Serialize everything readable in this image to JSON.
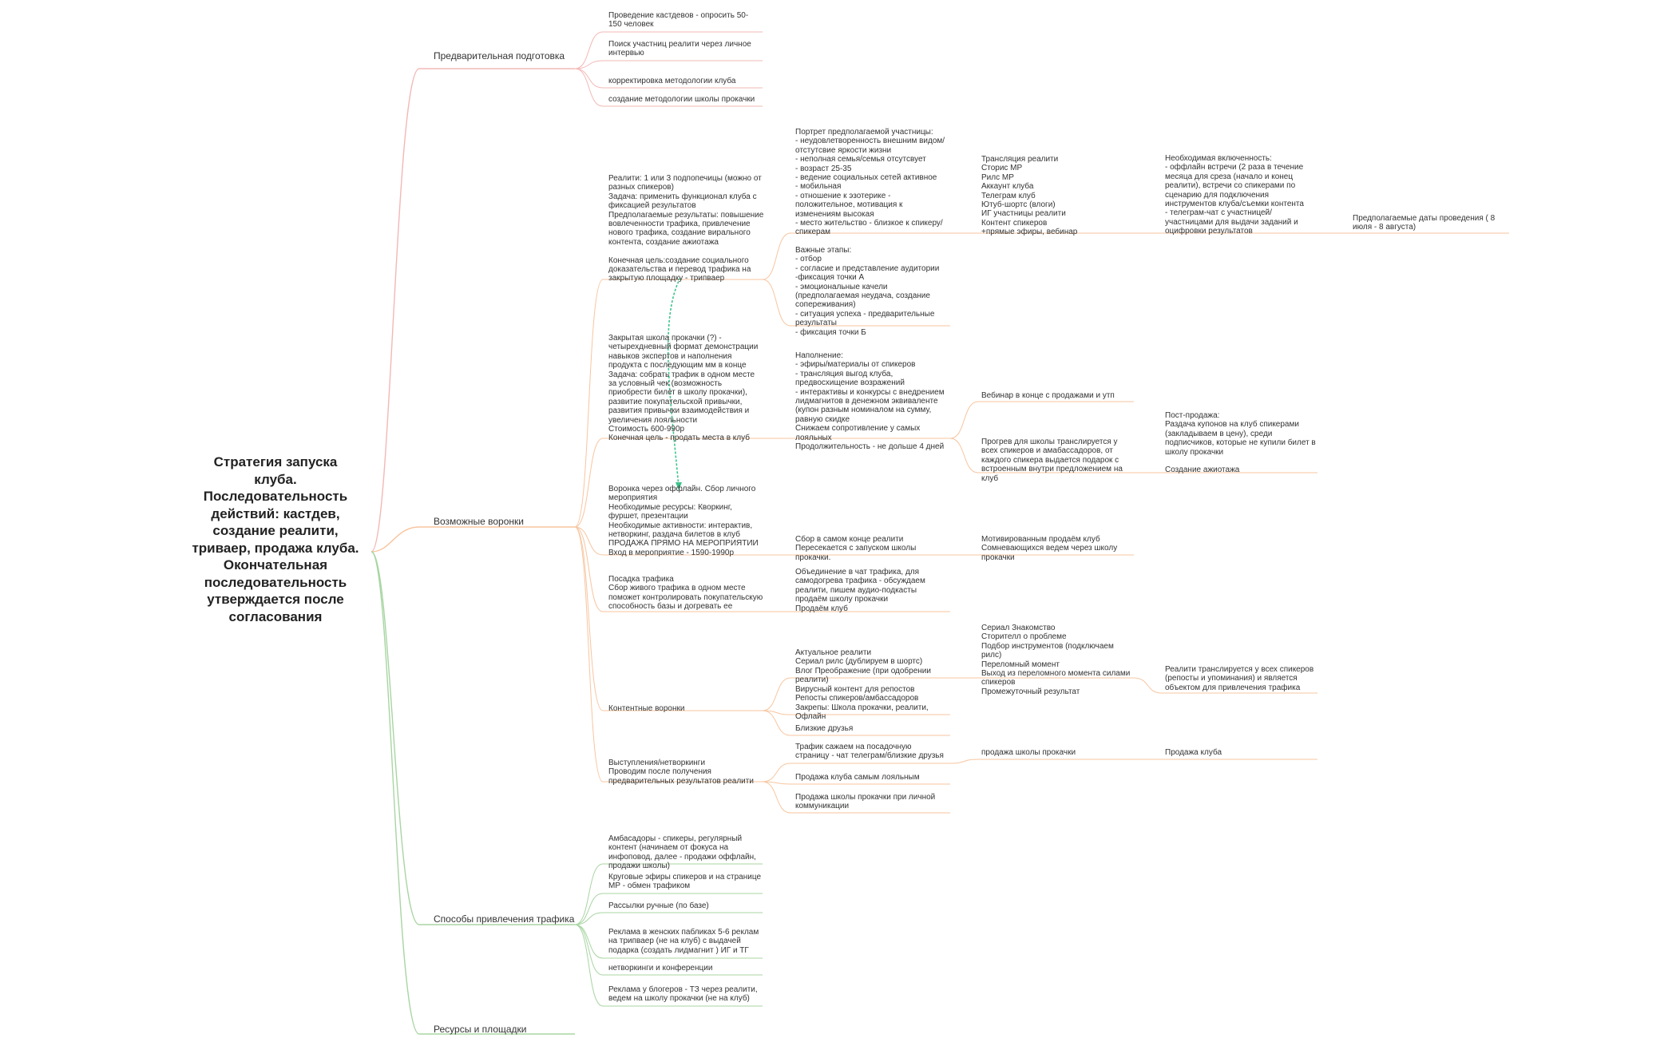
{
  "root": {
    "text": "Стратегия запуска клуба. Последовательность действий: кастдев, создание реалити, триваер, продажа клуба. Окончательная последовательность утверждается после согласования"
  },
  "colors": {
    "pink": "#f2b8b5",
    "orange": "#f7c59f",
    "green": "#a8d5a2",
    "connector": "#3cc48c"
  },
  "branches": [
    {
      "label": "Предварительная подготовка",
      "children": [
        {
          "text": "Проведение кастдевов - опросить 50-150 человек"
        },
        {
          "text": "Поиск участниц реалити через личное интервью"
        },
        {
          "text": "корректировка методологии клуба"
        },
        {
          "text": "создание методологии школы прокачки"
        }
      ]
    },
    {
      "label": "Возможные воронки",
      "children": [
        {
          "text": "Реалити: 1 или 3 подпопечицы (можно от разных спикеров)\nЗадача: применить функционал клуба с фиксацией результатов\n Предполагаемые результаты: повышение вовлеченности трафика, привлечение нового трафика, создание вирального контента, создание ажиотажа\n\nКонечная цель:создание социального доказательства и перевод трафика на закрытую площадку - трипваер"
        },
        {
          "text": "Закрытая школа прокачки (?) - четырехдневный формат демонстрации навыков экспертов и наполнения продукта с последующим мм в конце\nЗадача: собрать трафик в одном месте за условный чек (возможность приобрести билет в школу прокачки), развитие покупательской привычки, развития привычки взаимодействия и увеличения лояльности\nСтоимость 600-990р\nКонечная цель - продать места в клуб"
        },
        {
          "text": "Воронка через оффлайн. Сбор личного мероприятия\nНеобходимые ресурсы: Кворкинг, фуршет, презентации\nНеобходимые активности: интерактив, нетворкинг, раздача билетов в клуб\nПРОДАЖА ПРЯМО НА МЕРОПРИЯТИИ\nВход в мероприятие - 1590-1990р"
        },
        {
          "text": "Посадка трафика\nСбор живого трафика в одном месте поможет контролировать покупательскую способность базы и догревать ее"
        },
        {
          "text": "Контентные воронки"
        },
        {
          "text": "Выступления/нетворкинги\nПроводим после получения предварительных результатов реалити"
        }
      ],
      "detail": {
        "portrait": "Портрет предполагаемой участницы:\n- неудовлетворенность внешним видом/отстутсвие яркости жизни\n- неполная семья/семья отсутсвует\n- возраст 25-35\n- ведение социальных сетей активное\n- мобильная\n- отношение к эзотерике - положительное, мотивация к изменениям высокая\n- место жительство - близкое к спикеру/спикерам",
        "stages": "Важные этапы:\n- отбор\n- согласие и представление аудитории\n-фиксация точки А\n- эмоциональные качели (предполагаемая неудача, создание сопереживания)\n- ситуация успеха - предварительные результаты\n- фиксация точки Б",
        "translation": "Трансляция реалити\nСторис МР\nРилс МР\nАккаунт клуба\nТелеграм клуб\nЮтуб-шортс (влоги)\nИГ участницы реалити\nКонтент спикеров\n+прямые эфиры, вебинар",
        "inclusion": "Необходимая включенность:\n- оффлайн встречи (2 раза в течение месяца для среза (начало и конец реалити), встречи со спикерами по сценарию для подключения инструментов клуба/съемки контента\n- телеграм-чат с участницей/участницами для выдачи заданий и оцифровки результатов",
        "dates": "Предполагаемые даты проведения ( 8 июля - 8 августа)",
        "filling": "Наполнение:\n- эфиры/материалы от спикеров\n- трансляция выгод клуба, предвосхищение возражений\n- интерактивы и конкурсы с внедрением лидмагнитов в денежном эквиваленте (купон разным номиналом на сумму, равную скидке\nСнижаем сопротивление у самых лояльных\nПродолжительность - не дольше 4 дней",
        "webinar": "Вебинар в конце с продажами и утп",
        "warmup": "Прогрев для школы транслируется у всех спикеров и амабассадоров, от каждого спикера выдается подарок с встроенным внутри предложением на клуб",
        "post_sale": "Пост-продажа:\nРаздача купонов на клуб спикерами (закладываем в цену), среди подписчиков, которые не купили билет в школу прокачки\n\nСоздание ажиотажа",
        "collect_end": "Сбор в самом конце реалити\nПересекается с запуском школы прокачки.",
        "motivated": "Мотивированным продаём клуб\nСомневающихся ведем через школу прокачки",
        "chat": "Объединение в чат трафика, для самодогрева трафика - обсуждаем реалити, пишем аудио-подкасты\nпродаём школу прокачки\nПродаём клуб",
        "actual": "Актуальное реалити\nСериал рилс (дублируем в шортс)\nВлог Преображение (при одобрении реалити)\nВирусный контент для репостов\nРепосты спикеров/амбассадоров",
        "serial": "Сериал Знакомство\nСторителл о проблеме\nПодбор инструментов (подключаем рилс)\nПереломный момент\nВыход из переломного момента силами спикеров\nПромежуточный результат",
        "reality_broadcast": "Реалити транслируется у всех спикеров (репосты и упоминания) и является объектом для привлечения трафика",
        "pins": "Закрепы: Школа прокачки, реалити, Офлайн",
        "friends": "Близкие друзья",
        "landing": "Трафик сажаем на посадочную страницу - чат телеграм/близкие друзья",
        "school_sale": "продажа школы прокачки",
        "club_sale": "Продажа клуба",
        "loyal": "Продажа клуба самым лояльным",
        "personal": "Продажа школы прокачки при личной коммуникации"
      }
    },
    {
      "label": "Способы привлечения трафика",
      "children": [
        {
          "text": "Амбасадоры - спикеры, регулярный контент (начинаем от фокуса на инфоповод, далее - продажи оффлайн, продажи школы)"
        },
        {
          "text": "Круговые эфиры спикеров и на странице МР - обмен трафиком"
        },
        {
          "text": "Рассылки ручные (по базе)"
        },
        {
          "text": "Реклама в женских пабликах 5-6 реклам на трипваер (не на клуб) с выдачей подарка (создать лидмагнит ) ИГ и ТГ"
        },
        {
          "text": "нетворкинги и конференции"
        },
        {
          "text": "Реклама у блогеров - ТЗ через реалити, ведем на школу прокачки (не на клуб)"
        }
      ]
    },
    {
      "label": "Ресурсы и площадки",
      "children": []
    }
  ]
}
